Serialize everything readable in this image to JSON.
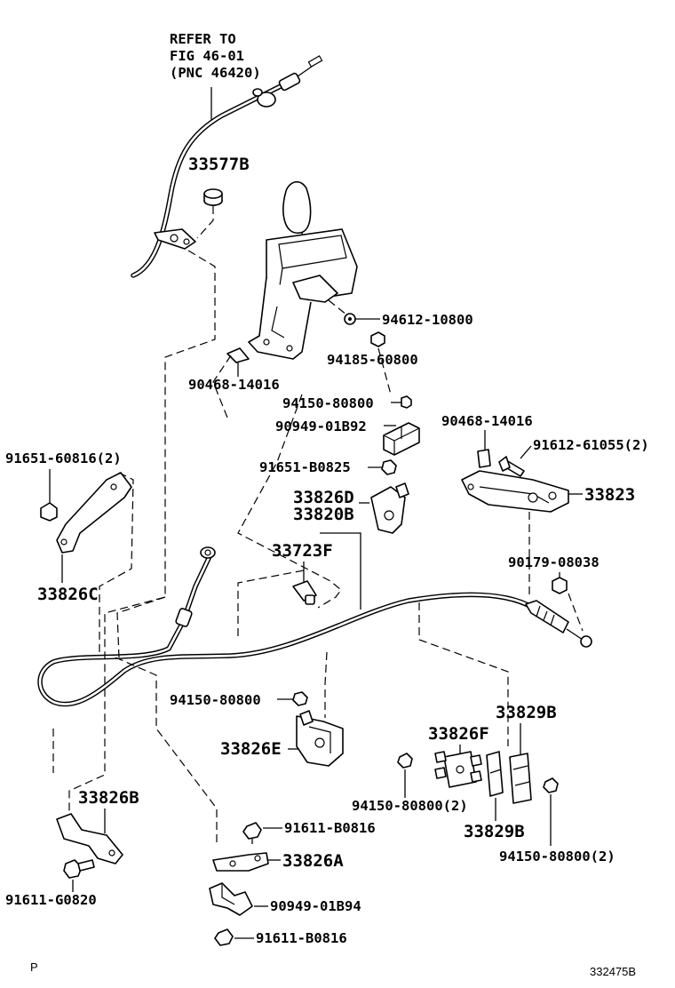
{
  "reference_note": {
    "line1": "REFER TO",
    "line2": "FIG 46-01",
    "line3": "(PNC 46420)"
  },
  "parts": [
    {
      "id": "p-33577b",
      "label": "33577B"
    },
    {
      "id": "p-94612-10800",
      "label": "94612-10800"
    },
    {
      "id": "p-94185-60800",
      "label": "94185-60800"
    },
    {
      "id": "p-90468-14016-a",
      "label": "90468-14016"
    },
    {
      "id": "p-94150-80800-a",
      "label": "94150-80800"
    },
    {
      "id": "p-90949-01b92",
      "label": "90949-01B92"
    },
    {
      "id": "p-90468-14016-b",
      "label": "90468-14016"
    },
    {
      "id": "p-91612-61055",
      "label": "91612-61055(2)"
    },
    {
      "id": "p-91651-60816",
      "label": "91651-60816(2)"
    },
    {
      "id": "p-91651-b0825",
      "label": "91651-B0825"
    },
    {
      "id": "p-33826d",
      "label": "33826D"
    },
    {
      "id": "p-33820b",
      "label": "33820B"
    },
    {
      "id": "p-33823",
      "label": "33823"
    },
    {
      "id": "p-33723f",
      "label": "33723F"
    },
    {
      "id": "p-33826c",
      "label": "33826C"
    },
    {
      "id": "p-90179-08038",
      "label": "90179-08038"
    },
    {
      "id": "p-94150-80800-b",
      "label": "94150-80800"
    },
    {
      "id": "p-33829b-a",
      "label": "33829B"
    },
    {
      "id": "p-33826f",
      "label": "33826F"
    },
    {
      "id": "p-33826e",
      "label": "33826E"
    },
    {
      "id": "p-94150-80800-c",
      "label": "94150-80800(2)"
    },
    {
      "id": "p-33829b-b",
      "label": "33829B"
    },
    {
      "id": "p-94150-80800-d",
      "label": "94150-80800(2)"
    },
    {
      "id": "p-33826b",
      "label": "33826B"
    },
    {
      "id": "p-91611-b0816-a",
      "label": "91611-B0816"
    },
    {
      "id": "p-33826a",
      "label": "33826A"
    },
    {
      "id": "p-91611-g0820",
      "label": "91611-G0820"
    },
    {
      "id": "p-90949-01b94",
      "label": "90949-01B94"
    },
    {
      "id": "p-91611-b0816-b",
      "label": "91611-B0816"
    }
  ],
  "footer": {
    "left_mark": "P",
    "figure_code": "332475B"
  }
}
